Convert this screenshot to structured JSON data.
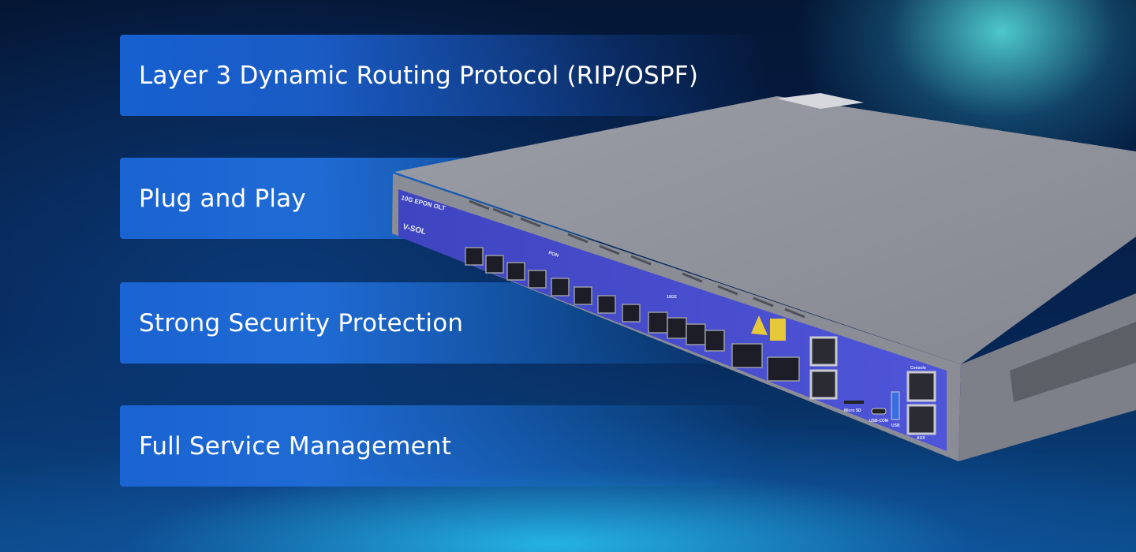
{
  "features": [
    {
      "label": "Layer 3 Dynamic Routing Protocol (RIP/OSPF)"
    },
    {
      "label": "Plug and Play"
    },
    {
      "label": "Strong Security Protection"
    },
    {
      "label": "Full Service Management"
    }
  ],
  "device": {
    "model": "10G EPON OLT",
    "brand": "V-SOL",
    "port_group_pon": "PON",
    "port_group_uplink": "10GE",
    "port_micro_sd": "Micro SD",
    "port_usb_com": "USB-COM",
    "port_usb": "USB",
    "port_console": "Console",
    "port_aux": "AUX"
  },
  "colors": {
    "panel": "#4a4fd0",
    "chassis": "#8e9099",
    "accent": "#1a63d2"
  }
}
